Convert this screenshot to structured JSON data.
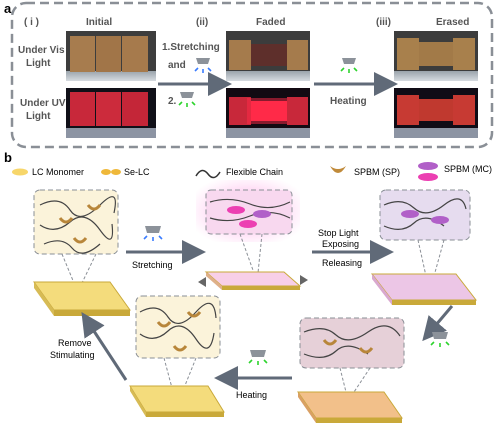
{
  "panel_a": {
    "letter": "a",
    "steps": [
      "( i )",
      "Initial",
      "(ii)",
      "Faded",
      "(iii)",
      "Erased"
    ],
    "rows": [
      "Under Vis",
      "Light",
      "Under UV",
      "Light"
    ],
    "arrow1": [
      "1.Stretching",
      "and",
      "2."
    ],
    "arrow2": "Heating"
  },
  "panel_b": {
    "letter": "b",
    "legend": [
      "LC Monomer",
      "Se-LC",
      "Flexible Chain",
      "SPBM (SP)",
      "SPBM (MC)"
    ],
    "steps": {
      "stretching": "Stretching",
      "stop1": "Stop Light",
      "stop2": "Exposing",
      "releasing": "Releasing",
      "heating": "Heating",
      "remove1": "Remove",
      "remove2": "Stimulating"
    }
  },
  "colors": {
    "sample_initial": "#a77c4e",
    "sample_faded": "#5e2f2b",
    "sample_erased": "#a8804c",
    "uv_initial": "#c8283a",
    "uv_faded": "#ff2a48",
    "uv_erased": "#c73a33",
    "arrow": "#606a78",
    "led_blue": "#3a7cff",
    "led_green": "#2ed42e",
    "mc_pink": "#ec3fb2"
  }
}
